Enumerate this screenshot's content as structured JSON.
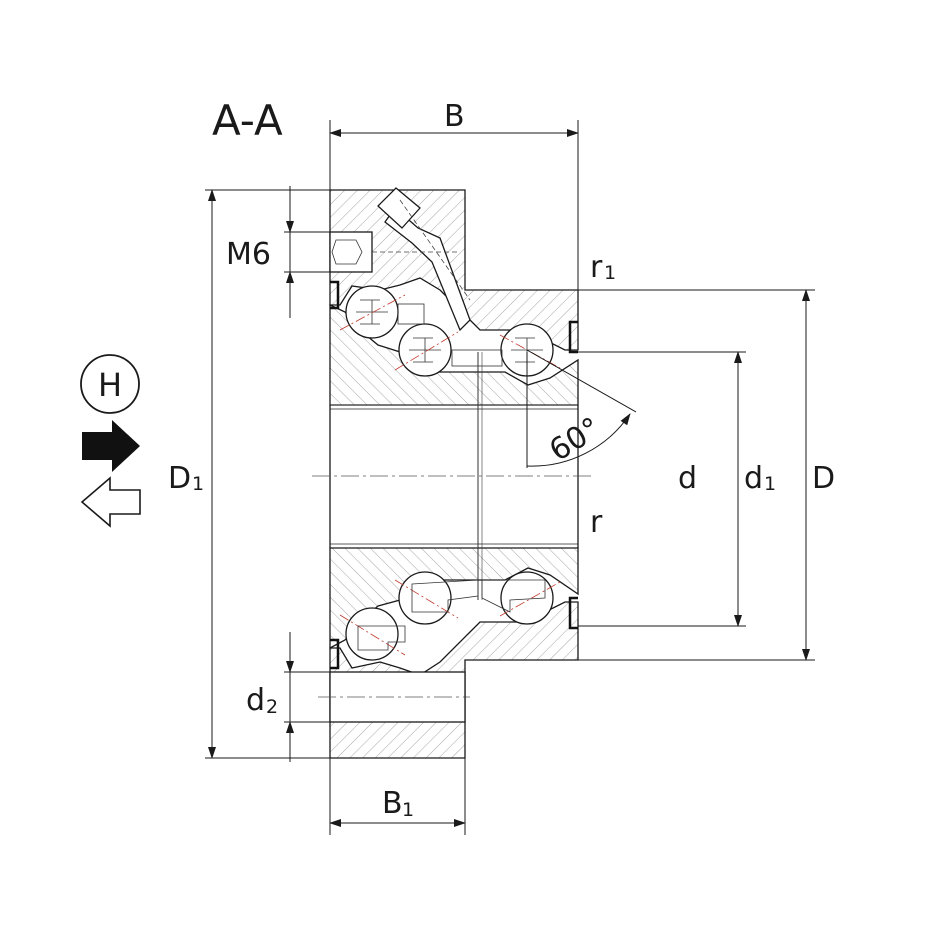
{
  "section_title": "A-A",
  "dimensions": {
    "B": "B",
    "B1": "B",
    "B1_sub": "1",
    "D": "D",
    "D1": "D",
    "D1_sub": "1",
    "d": "d",
    "d1": "d",
    "d1_sub": "1",
    "d2": "d",
    "d2_sub": "2",
    "r": "r",
    "r1": "r",
    "r1_sub": "1",
    "thread": "M6",
    "angle": "60°"
  },
  "legend": {
    "circle_letter": "H"
  },
  "colors": {
    "line": "#1a1a1a",
    "hatch": "#777777",
    "cage": "#9a9a9a",
    "centerline_ball": "#c0392b"
  }
}
